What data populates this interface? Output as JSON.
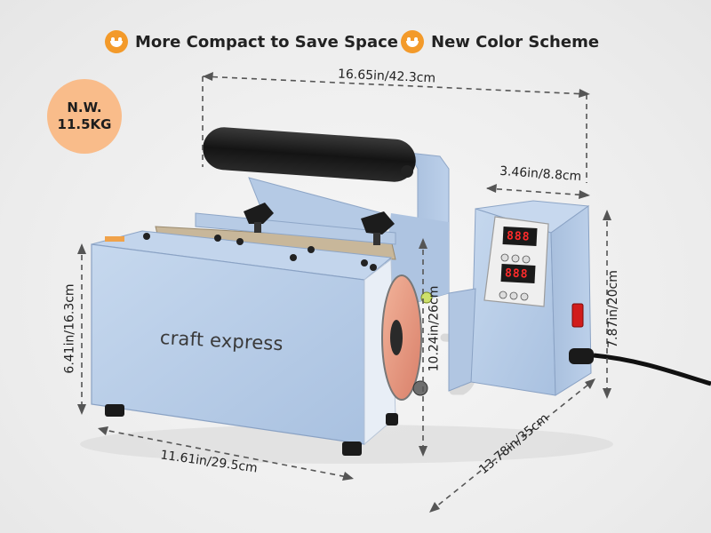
{
  "features": [
    {
      "text": "More Compact to Save Space",
      "icon": "smiley-icon"
    },
    {
      "text": "New Color Scheme",
      "icon": "smiley-icon"
    }
  ],
  "weight": {
    "line1": "N.W.",
    "line2": "11.5KG"
  },
  "dimensions": {
    "width_top": "16.65in/42.3cm",
    "panel_width": "3.46in/8.8cm",
    "panel_height": "7.87in/20cm",
    "overall_height": "10.24in/26cm",
    "box_height": "6.41in/16.3cm",
    "box_length": "11.61in/29.5cm",
    "depth": "13.78in/35cm"
  },
  "brand": "craft express",
  "display": {
    "upper": "888",
    "lower": "888"
  },
  "colors": {
    "accent": "#f39a2a",
    "badge": "#f9bc8a",
    "machine_blue": "#b9cde6",
    "dim_line": "#555555"
  }
}
